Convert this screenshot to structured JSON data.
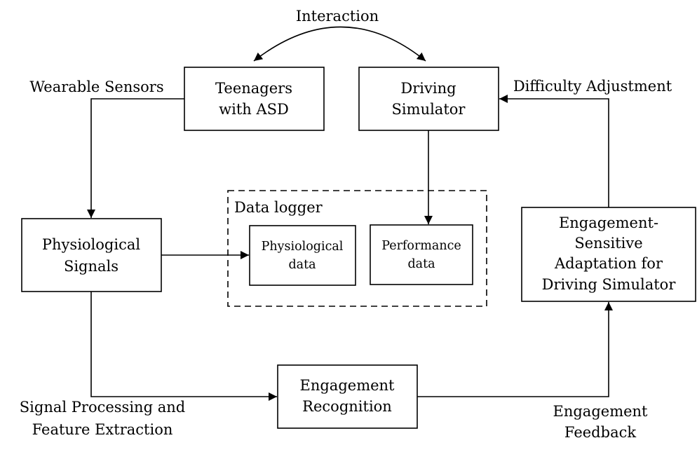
{
  "labels": {
    "interaction": "Interaction",
    "wearable_sensors": "Wearable Sensors",
    "difficulty_adjustment": "Difficulty Adjustment",
    "data_logger": "Data logger",
    "signal_processing_line1": "Signal Processing and",
    "signal_processing_line2": "Feature Extraction",
    "engagement_feedback_line1": "Engagement",
    "engagement_feedback_line2": "Feedback"
  },
  "boxes": {
    "teenagers": {
      "line1": "Teenagers",
      "line2": "with ASD"
    },
    "driving_simulator": {
      "line1": "Driving",
      "line2": "Simulator"
    },
    "physiological_signals": {
      "line1": "Physiological",
      "line2": "Signals"
    },
    "physiological_data": {
      "line1": "Physiological",
      "line2": "data"
    },
    "performance_data": {
      "line1": "Performance",
      "line2": "data"
    },
    "engagement_adaptation": {
      "line1": "Engagement-",
      "line2": "Sensitive",
      "line3": "Adaptation for",
      "line4": "Driving Simulator"
    },
    "engagement_recognition": {
      "line1": "Engagement",
      "line2": "Recognition"
    }
  }
}
